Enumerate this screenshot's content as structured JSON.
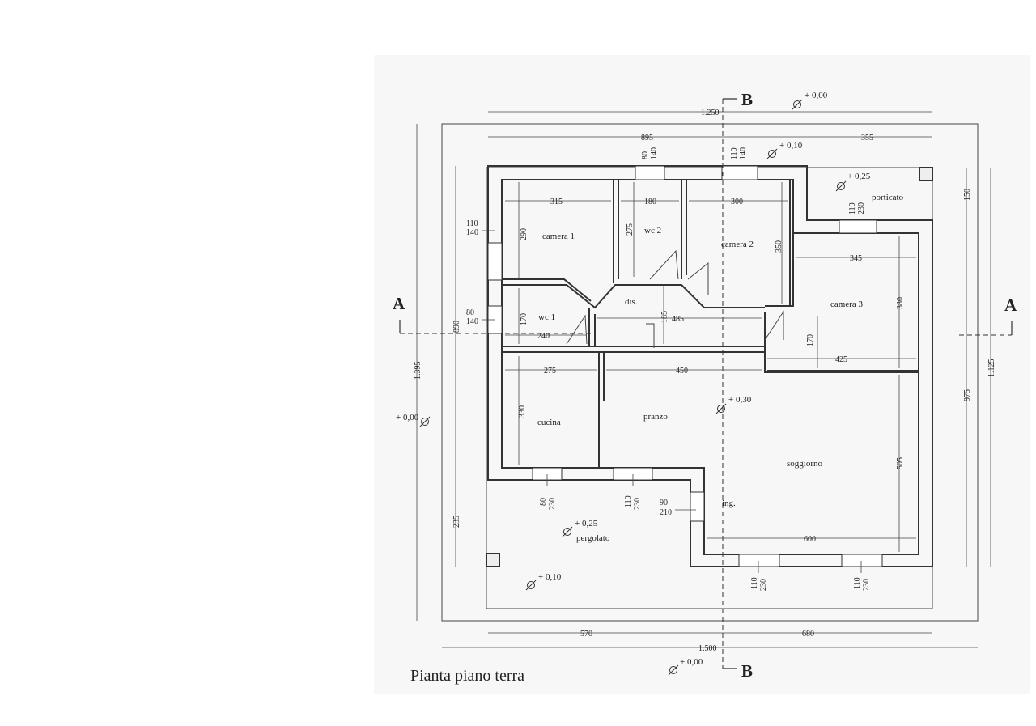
{
  "title": "Pianta piano terra",
  "sections": {
    "a": "A",
    "b": "B"
  },
  "rooms": {
    "camera1": "camera 1",
    "wc2": "wc 2",
    "camera2": "camera 2",
    "porticato": "porticato",
    "camera3": "camera 3",
    "dis": "dis.",
    "wc1": "wc 1",
    "cucina": "cucina",
    "pranzo": "pranzo",
    "soggiorno": "soggiorno",
    "ing": "ing.",
    "pergolato": "pergolato"
  },
  "levels": {
    "top": "+ 0,00",
    "lvl010_top": "+ 0,10",
    "lvl025_porch": "+ 0,25",
    "left": "+ 0,00",
    "center": "+ 0,30",
    "pergola": "+ 0,25",
    "lvl010_bottom": "+ 0,10",
    "bottom": "+ 0,00"
  },
  "dimensions": {
    "overall_top": "1.250",
    "d895": "895",
    "d355": "355",
    "d315": "315",
    "d180": "180",
    "d300": "300",
    "d290": "290",
    "d275_wc2": "275",
    "d350": "350",
    "d345": "345",
    "d380": "380",
    "d170_wc1": "170",
    "d240": "240",
    "d185": "185",
    "d485": "485",
    "d170_c3": "170",
    "d425": "425",
    "d275_cucina": "275",
    "d450": "450",
    "d330": "330",
    "d505": "505",
    "d600": "600",
    "d890": "890",
    "d235": "235",
    "d1395": "1.395",
    "d150": "150",
    "d975": "975",
    "d1125": "1.125",
    "d570": "570",
    "d680": "680",
    "overall_bottom": "1.500"
  },
  "openings": {
    "w1": [
      "80",
      "140"
    ],
    "w2": [
      "110",
      "140"
    ],
    "w3": [
      "110",
      "140"
    ],
    "w4": [
      "80",
      "140"
    ],
    "w5": [
      "110",
      "230"
    ],
    "w6": [
      "80",
      "230"
    ],
    "w7": [
      "110",
      "230"
    ],
    "w8": [
      "90",
      "210"
    ],
    "w9": [
      "110",
      "230"
    ],
    "w10": [
      "110",
      "230"
    ]
  }
}
